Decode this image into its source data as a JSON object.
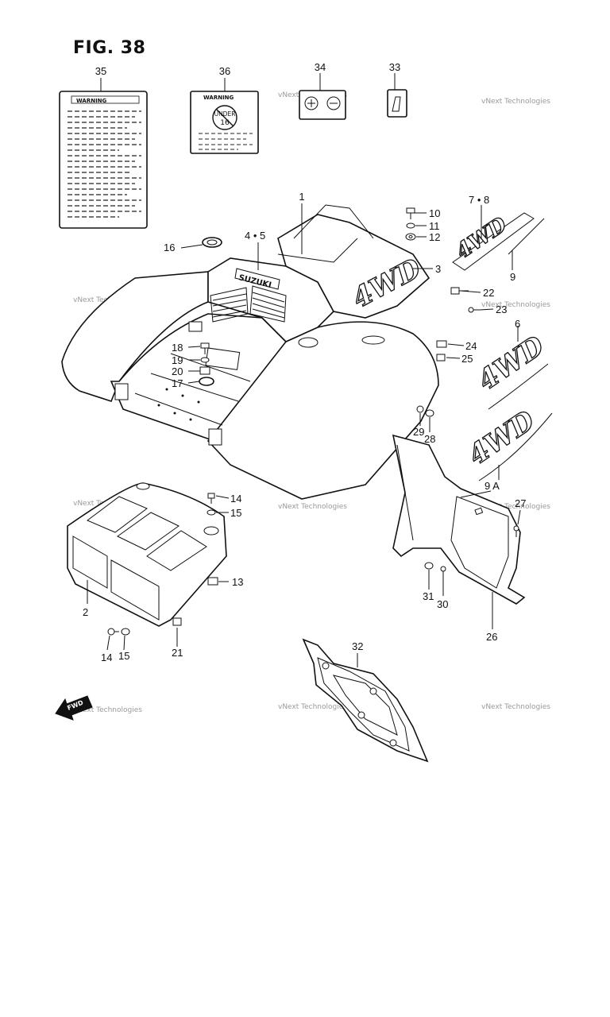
{
  "figure": {
    "title": "FIG. 38"
  },
  "labels": {
    "warning_card": "WARNING",
    "warning_label": "WARNING",
    "under_age": "UNDER",
    "age": "16",
    "brand_plate": "SUZUKI",
    "decal_text": "4WD",
    "fwd_arrow": "FWD"
  },
  "watermark": {
    "text": "vNext Technologies"
  },
  "callouts": [
    {
      "id": "c35",
      "text": "35"
    },
    {
      "id": "c36",
      "text": "36"
    },
    {
      "id": "c34",
      "text": "34"
    },
    {
      "id": "c33",
      "text": "33"
    },
    {
      "id": "c1",
      "text": "1"
    },
    {
      "id": "c10",
      "text": "10"
    },
    {
      "id": "c11",
      "text": "11"
    },
    {
      "id": "c12",
      "text": "12"
    },
    {
      "id": "c78",
      "text": "7 • 8"
    },
    {
      "id": "c16",
      "text": "16"
    },
    {
      "id": "c45",
      "text": "4 • 5"
    },
    {
      "id": "c3",
      "text": "3"
    },
    {
      "id": "c9",
      "text": "9"
    },
    {
      "id": "c22",
      "text": "22"
    },
    {
      "id": "c23",
      "text": "23"
    },
    {
      "id": "c6",
      "text": "6"
    },
    {
      "id": "c18",
      "text": "18"
    },
    {
      "id": "c19",
      "text": "19"
    },
    {
      "id": "c20",
      "text": "20"
    },
    {
      "id": "c17",
      "text": "17"
    },
    {
      "id": "c24",
      "text": "24"
    },
    {
      "id": "c25",
      "text": "25"
    },
    {
      "id": "c29",
      "text": "29"
    },
    {
      "id": "c28",
      "text": "28"
    },
    {
      "id": "c9a",
      "text": "9 A"
    },
    {
      "id": "c14a",
      "text": "14"
    },
    {
      "id": "c15a",
      "text": "15"
    },
    {
      "id": "c27",
      "text": "27"
    },
    {
      "id": "c13",
      "text": "13"
    },
    {
      "id": "c2",
      "text": "2"
    },
    {
      "id": "c31",
      "text": "31"
    },
    {
      "id": "c30",
      "text": "30"
    },
    {
      "id": "c26",
      "text": "26"
    },
    {
      "id": "c14b",
      "text": "14"
    },
    {
      "id": "c15b",
      "text": "15"
    },
    {
      "id": "c21",
      "text": "21"
    },
    {
      "id": "c32",
      "text": "32"
    }
  ]
}
